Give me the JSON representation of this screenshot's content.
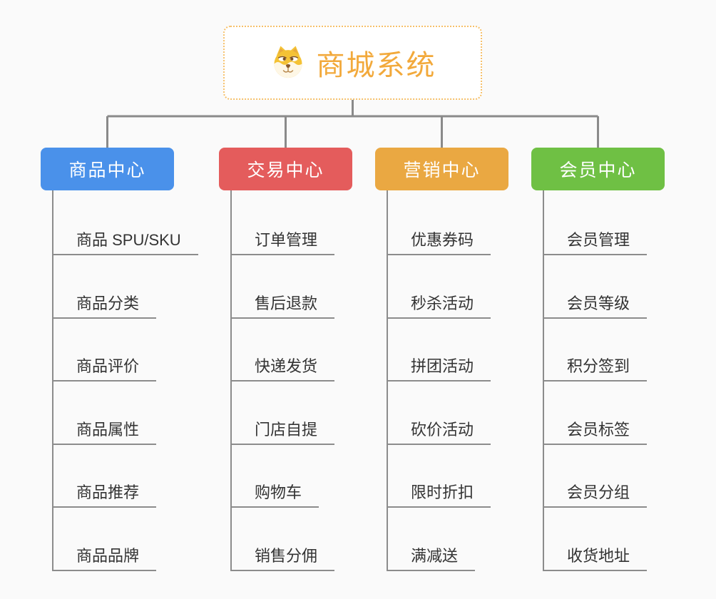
{
  "root": {
    "title": "商城系统",
    "icon": "shiba-dog-icon",
    "text_color": "#F2A93B",
    "border_color": "#F6C06A"
  },
  "style": {
    "background": "#FAFAFA",
    "connector_color": "#8A8A8A",
    "leaf_line_color": "#8C8C8C",
    "leaf_text_color": "#333333"
  },
  "branches": [
    {
      "label": "商品中心",
      "color": "#4A91EA",
      "items": [
        "商品 SPU/SKU",
        "商品分类",
        "商品评价",
        "商品属性",
        "商品推荐",
        "商品品牌"
      ]
    },
    {
      "label": "交易中心",
      "color": "#E45C5C",
      "items": [
        "订单管理",
        "售后退款",
        "快递发货",
        "门店自提",
        "购物车",
        "销售分佣"
      ]
    },
    {
      "label": "营销中心",
      "color": "#EAA842",
      "items": [
        "优惠券码",
        "秒杀活动",
        "拼团活动",
        "砍价活动",
        "限时折扣",
        "满减送"
      ]
    },
    {
      "label": "会员中心",
      "color": "#6FC044",
      "items": [
        "会员管理",
        "会员等级",
        "积分签到",
        "会员标签",
        "会员分组",
        "收货地址"
      ]
    }
  ]
}
